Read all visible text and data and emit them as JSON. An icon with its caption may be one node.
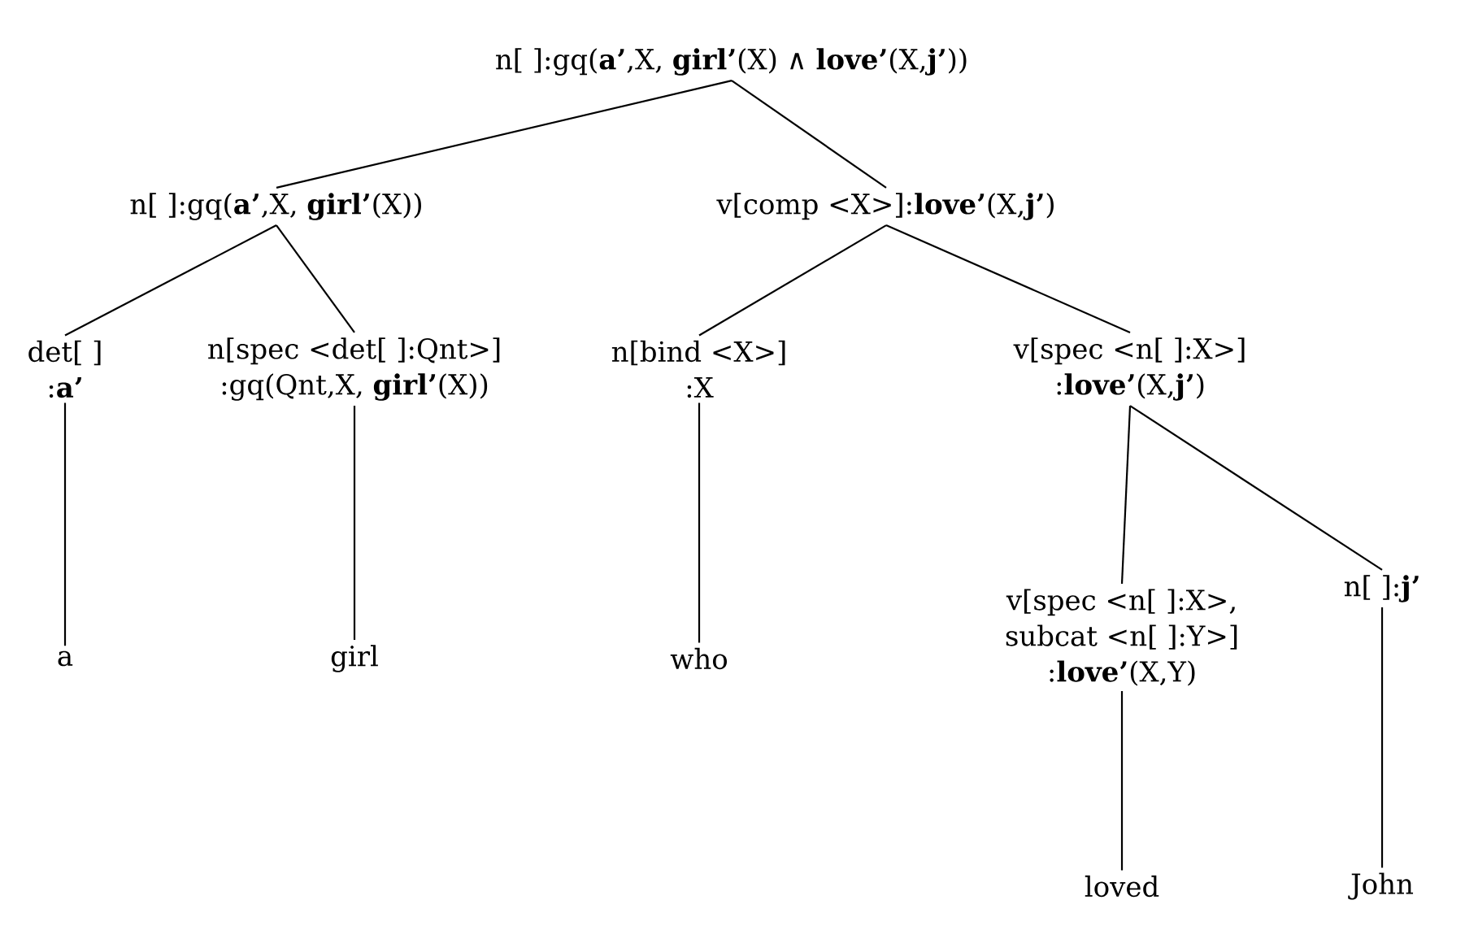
{
  "diagram": {
    "nodes": [
      {
        "text": [
          "n[ ]:gq(**a’**,X, **girl’**(X) ∧ **love’**(X,**j’**))"
        ]
      },
      {
        "text": [
          "n[ ]:gq(**a’**,X, **girl’**(X))"
        ]
      },
      {
        "text": [
          "v[comp <X>]:**love’**(X,**j’**)"
        ]
      },
      {
        "text": [
          "det[ ]",
          ":**a’**"
        ]
      },
      {
        "text": [
          "n[spec <det[ ]:Qnt>]",
          ":gq(Qnt,X, **girl’**(X))"
        ]
      },
      {
        "text": [
          "n[bind <X>]",
          ":X"
        ]
      },
      {
        "text": [
          "v[spec <n[ ]:X>]",
          ":**love’**(X,**j’**)"
        ]
      },
      {
        "text": [
          "a"
        ]
      },
      {
        "text": [
          "girl"
        ]
      },
      {
        "text": [
          "who"
        ]
      },
      {
        "text": [
          "v[spec <n[ ]:X>,",
          "subcat <n[ ]:Y>]",
          ":**love’**(X,Y)"
        ]
      },
      {
        "text": [
          "n[ ]:**j’**"
        ]
      },
      {
        "text": [
          "loved"
        ]
      },
      {
        "text": [
          "John"
        ]
      }
    ],
    "edges": [
      {
        "from": 0,
        "to": 1,
        "arrow": "none"
      },
      {
        "from": 0,
        "to": 2,
        "arrow": "none"
      },
      {
        "from": 1,
        "to": 3,
        "arrow": "none"
      },
      {
        "from": 1,
        "to": 4,
        "arrow": "none"
      },
      {
        "from": 2,
        "to": 5,
        "arrow": "none"
      },
      {
        "from": 2,
        "to": 6,
        "arrow": "none"
      },
      {
        "from": 3,
        "to": 7,
        "arrow": "none"
      },
      {
        "from": 4,
        "to": 8,
        "arrow": "none"
      },
      {
        "from": 5,
        "to": 9,
        "arrow": "none"
      },
      {
        "from": 6,
        "to": 10,
        "arrow": "none"
      },
      {
        "from": 6,
        "to": 11,
        "arrow": "none"
      },
      {
        "from": 10,
        "to": 12,
        "arrow": "none"
      },
      {
        "from": 11,
        "to": 13,
        "arrow": "none"
      }
    ]
  }
}
